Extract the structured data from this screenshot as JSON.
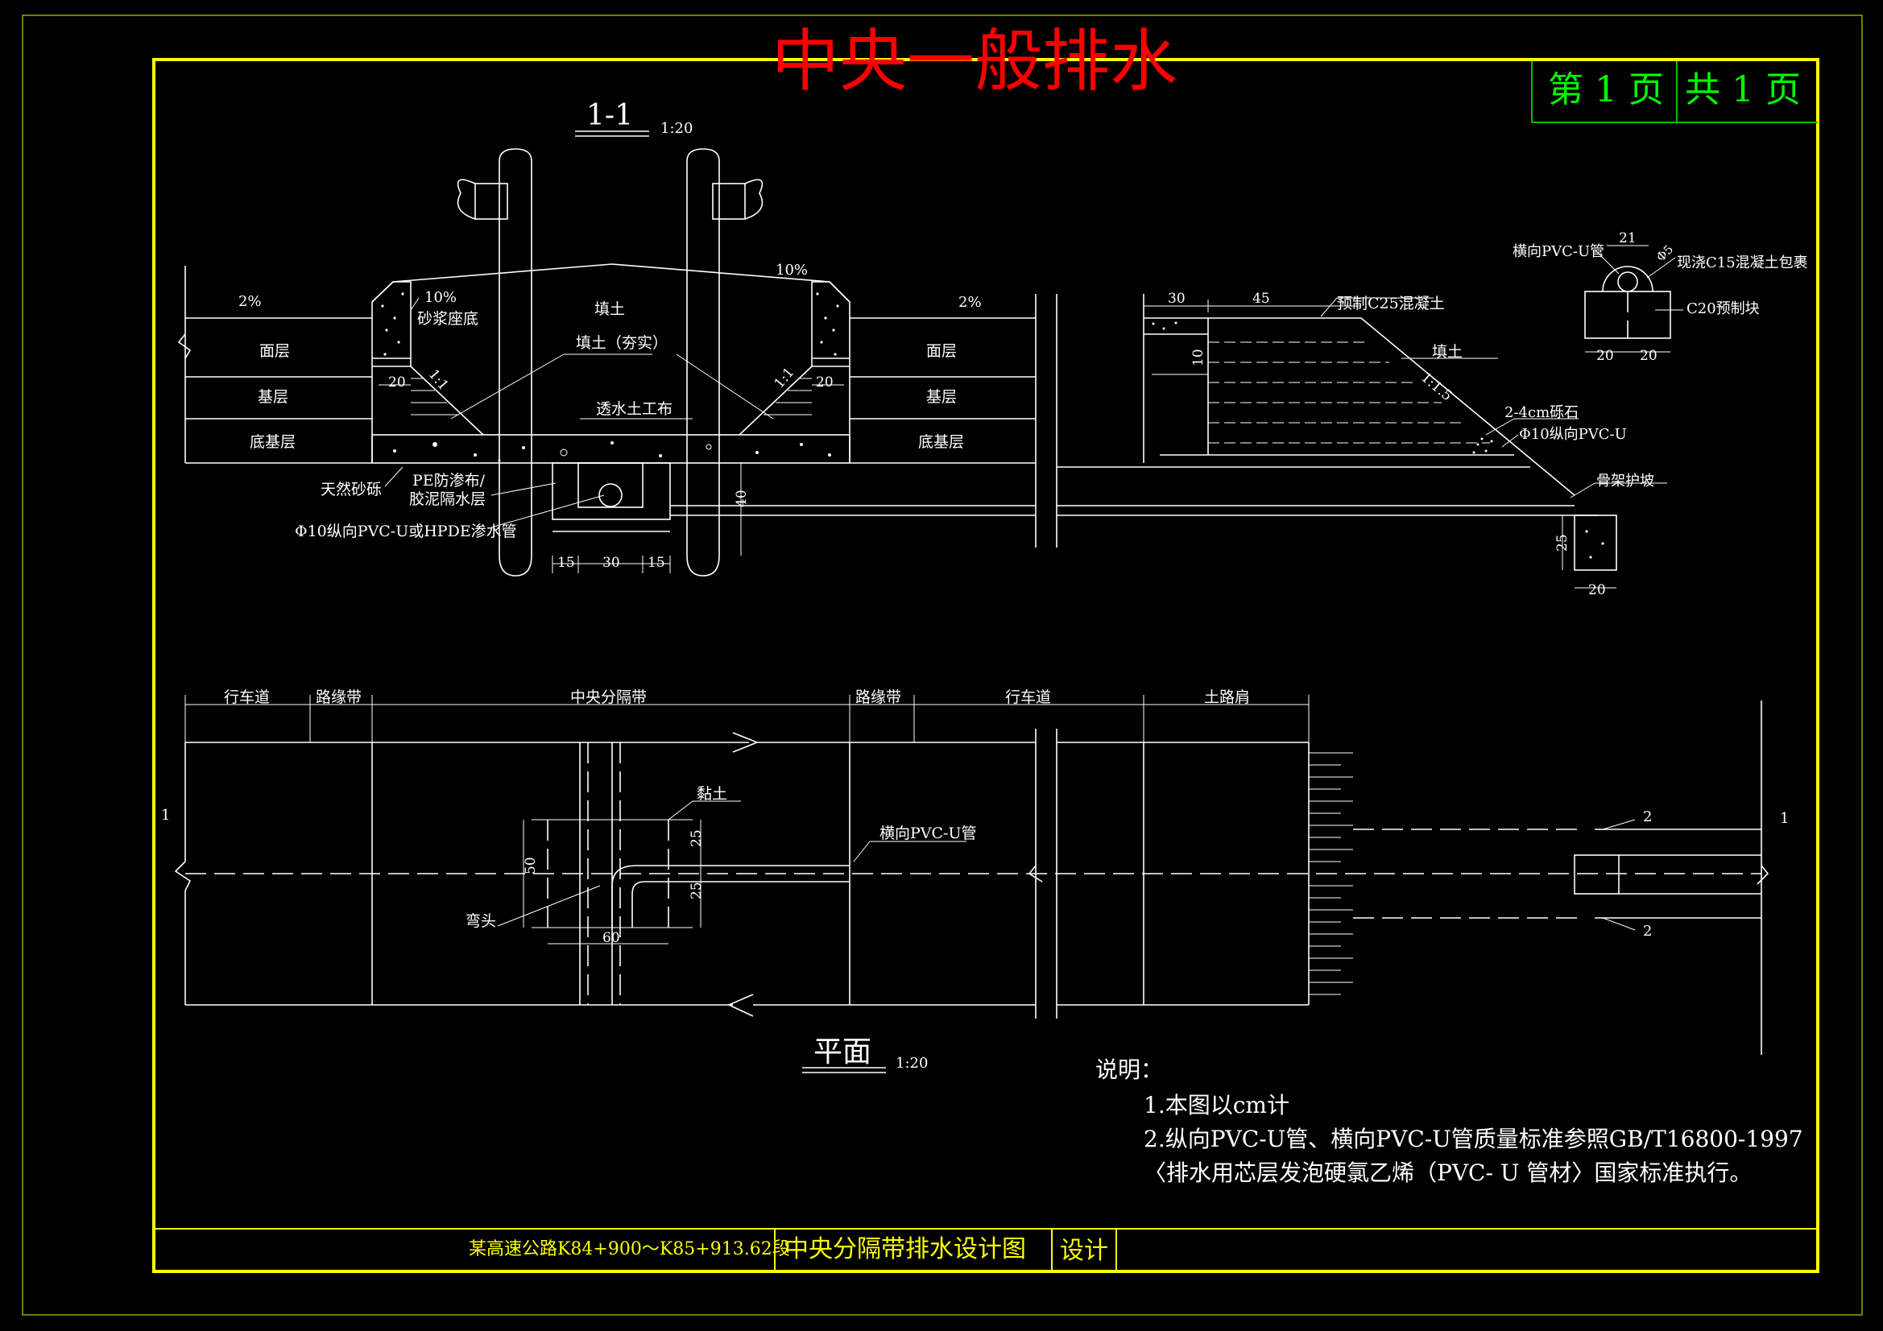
{
  "title": "中央一般排水",
  "page_info": {
    "page": "第 1 页",
    "total": "共 1 页"
  },
  "section": {
    "label": "1-1",
    "scale": "1:20"
  },
  "plan": {
    "label": "平面",
    "scale": "1:20"
  },
  "section_labels": {
    "slope_left_10": "10%",
    "slope_right_10": "10%",
    "slope_left_2": "2%",
    "slope_right_2": "2%",
    "mortar_bed": "砂浆座底",
    "fill": "填土",
    "fill_compacted": "填土（夯实）",
    "surface_left": "面层",
    "base_left": "基层",
    "subbase_left": "底基层",
    "surface_right": "面层",
    "base_right": "基层",
    "subbase_right": "底基层",
    "geotextile": "透水土工布",
    "natural_gravel": "天然砂砾",
    "pe_membrane": "PE防渗布/",
    "clay_layer": "胶泥隔水层",
    "drain_pipe": "Φ10纵向PVC-U或HPDE渗水管",
    "slope_left_1_1": "1:1",
    "slope_right_1_1": "1:1",
    "dim_20_left": "20",
    "dim_20_right": "20",
    "dim_15_a": "15",
    "dim_30": "30",
    "dim_15_b": "15",
    "dim_40": "40"
  },
  "shoulder_labels": {
    "dim_30": "30",
    "dim_45": "45",
    "dim_10": "10",
    "precast": "预制C25混凝土",
    "fill": "填土",
    "slope": "1:1.5",
    "gravel": "2-4cm砾石",
    "pipe": "Φ10纵向PVC-U",
    "frame": "骨架护坡",
    "dim_25": "25",
    "dim_20": "20"
  },
  "detail_labels": {
    "pipe": "横向PVC-U管",
    "dim_21": "21",
    "dim_d5": "Φ5",
    "concrete": "现浇C15混凝土包裹",
    "precast": "C20预制块",
    "dim_20_a": "20",
    "dim_20_b": "20"
  },
  "plan_labels": {
    "lane_left": "行车道",
    "curb_left": "路缘带",
    "median": "中央分隔带",
    "curb_right": "路缘带",
    "lane_right": "行车道",
    "shoulder": "土路肩",
    "clay": "黏土",
    "pipe": "横向PVC-U管",
    "elbow": "弯头",
    "dim_50": "50",
    "dim_25_a": "25",
    "dim_25_b": "25",
    "dim_60": "60",
    "sec_mark_left": "1",
    "sec_mark_right": "1",
    "mark_2_top": "2",
    "mark_2_bottom": "2"
  },
  "notes": {
    "heading": "说明：",
    "line1": "1.本图以cm计",
    "line2": "2.纵向PVC-U管、横向PVC-U管质量标准参照GB/T16800-1997",
    "line3": "〈排水用芯层发泡硬氯乙烯（PVC- U 管材〉国家标准执行。"
  },
  "title_block": {
    "project": "某高速公路K84+900～K85+913.62段",
    "drawing": "中央分隔带排水设计图",
    "designer_label": "设计"
  },
  "colors": {
    "frame": "#ffff00",
    "title": "#ff0000",
    "page_text": "#00ff00",
    "lines": "#ffffff"
  }
}
